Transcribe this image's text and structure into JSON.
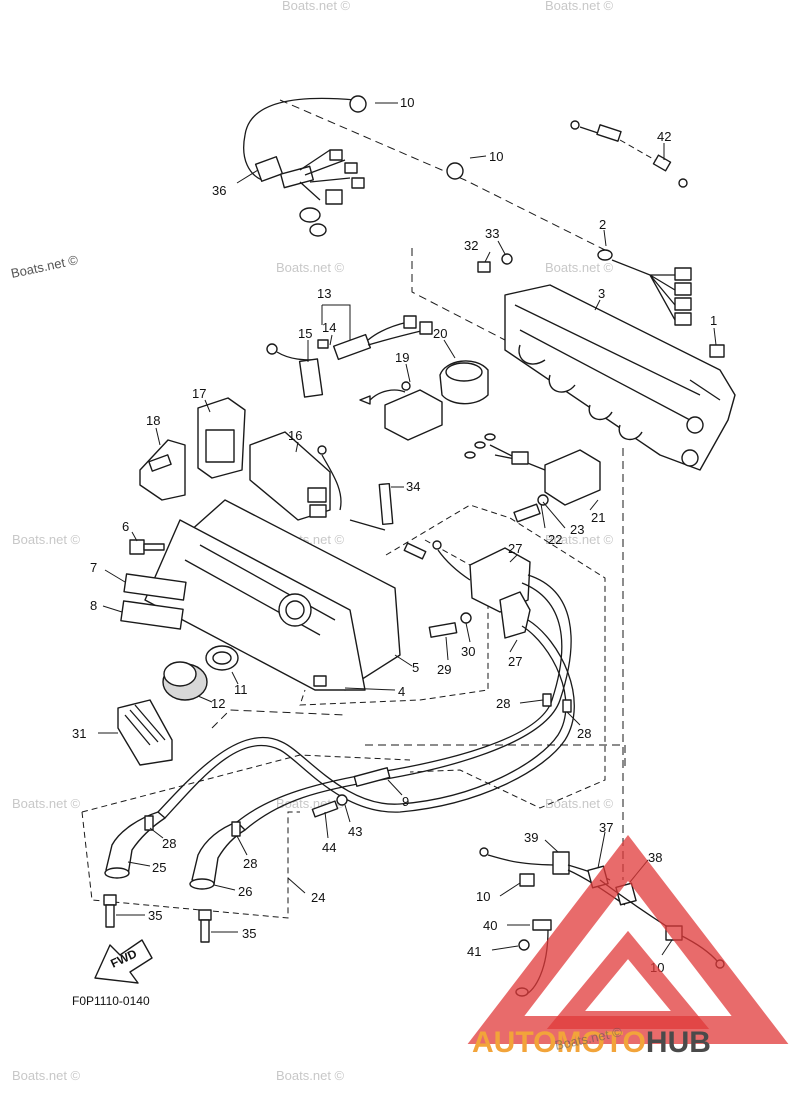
{
  "diagram": {
    "figure_code": "F0P1110-0140",
    "fwd_label": "FWD",
    "callouts": {
      "c1": "1",
      "c2": "2",
      "c3": "3",
      "c4": "4",
      "c5": "5",
      "c6": "6",
      "c7": "7",
      "c8": "8",
      "c9": "9",
      "c10a": "10",
      "c10b": "10",
      "c10c": "10",
      "c10d": "10",
      "c11": "11",
      "c12": "12",
      "c13": "13",
      "c14": "14",
      "c15": "15",
      "c16": "16",
      "c17": "17",
      "c18": "18",
      "c19": "19",
      "c20": "20",
      "c21": "21",
      "c22": "22",
      "c23": "23",
      "c24": "24",
      "c25": "25",
      "c26": "26",
      "c27a": "27",
      "c27b": "27",
      "c28a": "28",
      "c28b": "28",
      "c28c": "28",
      "c28d": "28",
      "c29": "29",
      "c30": "30",
      "c31": "31",
      "c32": "32",
      "c33": "33",
      "c34": "34",
      "c35a": "35",
      "c35b": "35",
      "c36": "36",
      "c37": "37",
      "c38": "38",
      "c39": "39",
      "c40": "40",
      "c41": "41",
      "c42": "42",
      "c43": "43",
      "c44": "44"
    }
  },
  "watermarks": {
    "boats_left": "Boats.net ©",
    "faint": "Boats.net ©",
    "bottom": "Boats.net ©"
  },
  "brand": {
    "part1": "AUTOMOTO",
    "part2": "HUB",
    "color1": "#f2a43a",
    "color2": "#4a4a4a",
    "triangle_color": "#e03a3a"
  }
}
